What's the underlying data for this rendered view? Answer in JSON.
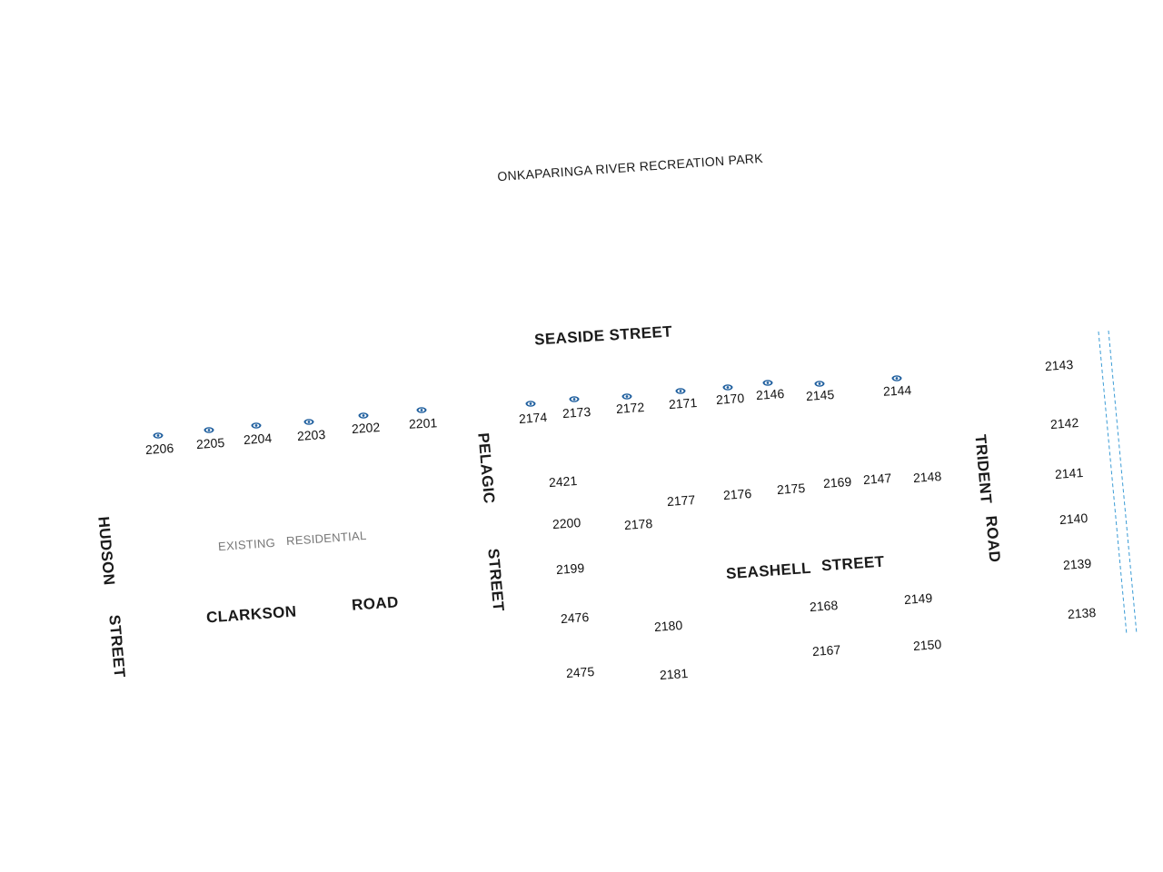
{
  "park": {
    "label": "ONKAPARINGA RIVER RECREATION PARK"
  },
  "zone": {
    "existing": "EXISTING",
    "residential": "RESIDENTIAL"
  },
  "streets": {
    "seaside": "SEASIDE STREET",
    "pelagic_1": "PELAGIC",
    "pelagic_2": "STREET",
    "hudson_1": "HUDSON",
    "hudson_2": "STREET",
    "clarkson_1": "CLARKSON",
    "clarkson_2": "ROAD",
    "seashell_1": "SEASHELL",
    "seashell_2": "STREET",
    "trident_1": "TRIDENT",
    "trident_2": "ROAD"
  },
  "icons": {
    "lot_view": "eye-icon"
  },
  "colors": {
    "marker": "#1f5f9e",
    "boundary": "#3a9bd5"
  },
  "lots": [
    {
      "num": "2206",
      "icon": true
    },
    {
      "num": "2205",
      "icon": true
    },
    {
      "num": "2204",
      "icon": true
    },
    {
      "num": "2203",
      "icon": true
    },
    {
      "num": "2202",
      "icon": true
    },
    {
      "num": "2201",
      "icon": true
    },
    {
      "num": "2174",
      "icon": true
    },
    {
      "num": "2173",
      "icon": true
    },
    {
      "num": "2172",
      "icon": true
    },
    {
      "num": "2171",
      "icon": true
    },
    {
      "num": "2170",
      "icon": true
    },
    {
      "num": "2146",
      "icon": true
    },
    {
      "num": "2145",
      "icon": true
    },
    {
      "num": "2144",
      "icon": true
    },
    {
      "num": "2143",
      "icon": false
    },
    {
      "num": "2142",
      "icon": false
    },
    {
      "num": "2141",
      "icon": false
    },
    {
      "num": "2140",
      "icon": false
    },
    {
      "num": "2139",
      "icon": false
    },
    {
      "num": "2138",
      "icon": false
    },
    {
      "num": "2421",
      "icon": false
    },
    {
      "num": "2200",
      "icon": false
    },
    {
      "num": "2199",
      "icon": false
    },
    {
      "num": "2476",
      "icon": false
    },
    {
      "num": "2475",
      "icon": false
    },
    {
      "num": "2178",
      "icon": false
    },
    {
      "num": "2180",
      "icon": false
    },
    {
      "num": "2181",
      "icon": false
    },
    {
      "num": "2177",
      "icon": false
    },
    {
      "num": "2176",
      "icon": false
    },
    {
      "num": "2175",
      "icon": false
    },
    {
      "num": "2169",
      "icon": false
    },
    {
      "num": "2147",
      "icon": false
    },
    {
      "num": "2148",
      "icon": false
    },
    {
      "num": "2168",
      "icon": false
    },
    {
      "num": "2167",
      "icon": false
    },
    {
      "num": "2149",
      "icon": false
    },
    {
      "num": "2150",
      "icon": false
    }
  ]
}
